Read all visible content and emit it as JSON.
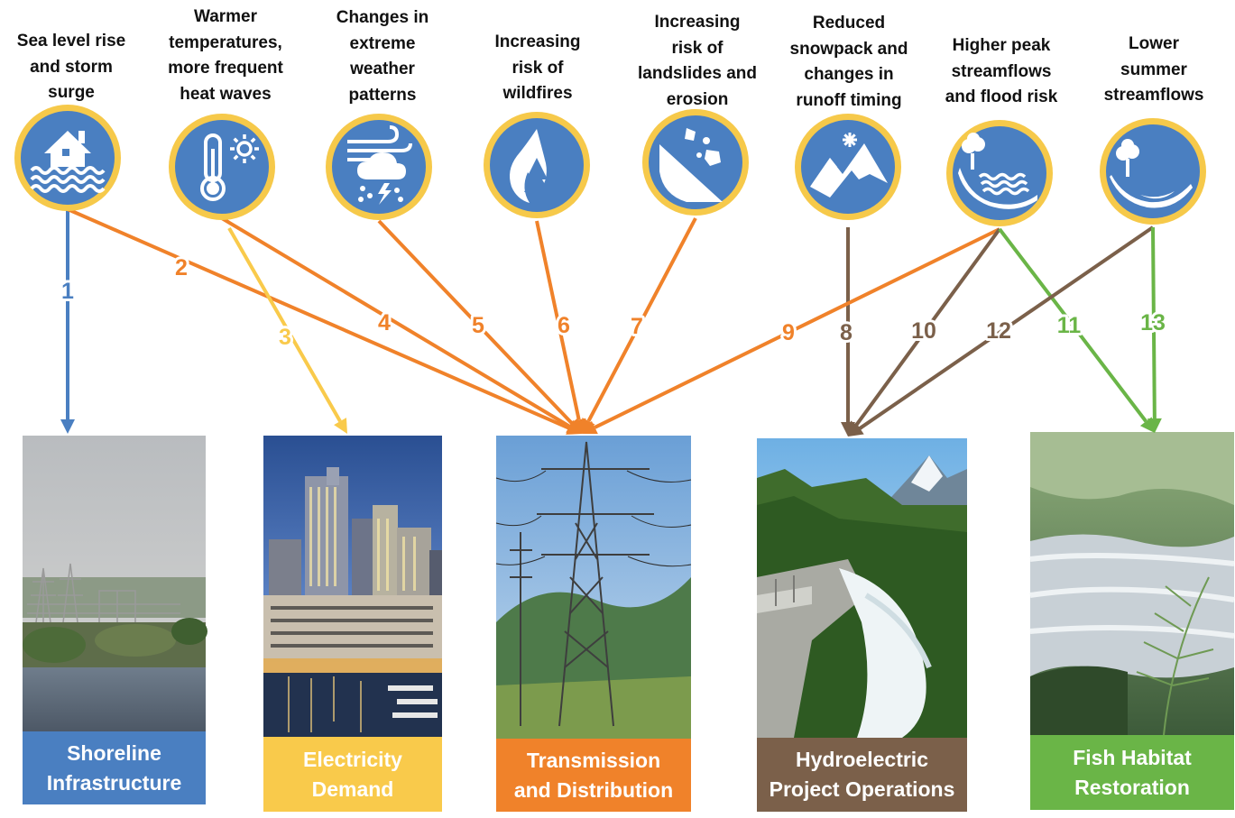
{
  "colors": {
    "icon_fill": "#4a7fc1",
    "icon_ring": "#f6c94a",
    "blue": "#4a7fc1",
    "yellow": "#f9ca4b",
    "orange": "#f0822a",
    "brown": "#7b604a",
    "green": "#6ab547"
  },
  "hazards": [
    {
      "label": "Sea level rise\nand storm\nsurge",
      "icon": "flooded-house-icon"
    },
    {
      "label": "Warmer\ntemperatures,\nmore frequent\nheat waves",
      "icon": "thermometer-sun-icon"
    },
    {
      "label": "Changes in\nextreme\nweather\npatterns",
      "icon": "storm-cloud-icon"
    },
    {
      "label": "Increasing\nrisk of\nwildfires",
      "icon": "wildfire-icon"
    },
    {
      "label": "Increasing\nrisk of\nlandslides and\nerosion",
      "icon": "landslide-icon"
    },
    {
      "label": "Reduced\nsnowpack and\nchanges in\nrunoff timing",
      "icon": "snow-mountain-icon"
    },
    {
      "label": "Higher peak\nstreamflows\nand flood risk",
      "icon": "high-river-icon"
    },
    {
      "label": "Lower\nsummer\nstreamflows",
      "icon": "low-river-icon"
    }
  ],
  "impacts": [
    {
      "label": "Shoreline\nInfrastructure",
      "color": "#4a7fc1",
      "photo": "substation-shoreline-photo"
    },
    {
      "label": "Electricity\nDemand",
      "color": "#f9ca4b",
      "photo": "city-skyline-photo"
    },
    {
      "label": "Transmission\nand Distribution",
      "color": "#f0822a",
      "photo": "transmission-tower-photo"
    },
    {
      "label": "Hydroelectric\nProject Operations",
      "color": "#7b604a",
      "photo": "dam-spillway-photo"
    },
    {
      "label": "Fish Habitat\nRestoration",
      "color": "#6ab547",
      "photo": "river-rapids-photo"
    }
  ],
  "links": [
    {
      "number": "1",
      "from": 0,
      "to": 0,
      "color": "#4a7fc1"
    },
    {
      "number": "2",
      "from": 0,
      "to": 2,
      "color": "#f0822a"
    },
    {
      "number": "3",
      "from": 1,
      "to": 1,
      "color": "#f9ca4b"
    },
    {
      "number": "4",
      "from": 1,
      "to": 2,
      "color": "#f0822a"
    },
    {
      "number": "5",
      "from": 2,
      "to": 2,
      "color": "#f0822a"
    },
    {
      "number": "6",
      "from": 3,
      "to": 2,
      "color": "#f0822a"
    },
    {
      "number": "7",
      "from": 4,
      "to": 2,
      "color": "#f0822a"
    },
    {
      "number": "8",
      "from": 5,
      "to": 3,
      "color": "#7b604a"
    },
    {
      "number": "9",
      "from": 6,
      "to": 2,
      "color": "#f0822a"
    },
    {
      "number": "10",
      "from": 6,
      "to": 3,
      "color": "#7b604a"
    },
    {
      "number": "11",
      "from": 6,
      "to": 4,
      "color": "#6ab547"
    },
    {
      "number": "12",
      "from": 7,
      "to": 3,
      "color": "#7b604a"
    },
    {
      "number": "13",
      "from": 7,
      "to": 4,
      "color": "#6ab547"
    }
  ]
}
